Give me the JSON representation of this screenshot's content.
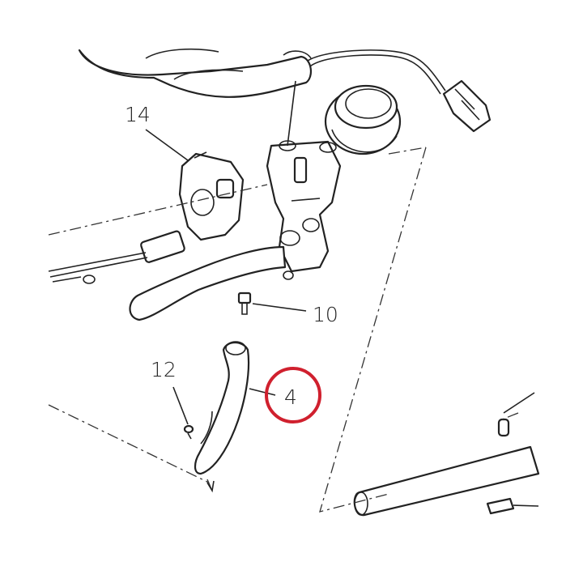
{
  "callouts": [
    {
      "number": "14"
    },
    {
      "number": "10"
    },
    {
      "number": "4",
      "highlighted": true
    },
    {
      "number": "12"
    }
  ],
  "colors": {
    "line": "#222222",
    "highlight": "#d0202e",
    "background": "#ffffff"
  }
}
